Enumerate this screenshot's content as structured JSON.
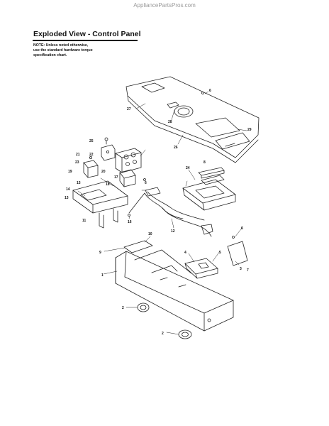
{
  "watermark": "AppliancePartsPros.com",
  "title": "Exploded View - Control Panel",
  "note": {
    "line1": "NOTE: Unless noted otherwise,",
    "line2": "use the standard hardware torque",
    "line3": "specification chart."
  },
  "callouts": [
    "1",
    "2",
    "2",
    "3",
    "4",
    "5",
    "6",
    "6",
    "6",
    "7",
    "8",
    "9",
    "10",
    "11",
    "12",
    "13",
    "14",
    "15",
    "16",
    "17",
    "18",
    "19",
    "20",
    "21",
    "22",
    "23",
    "24",
    "25",
    "26",
    "27",
    "28",
    "29"
  ]
}
